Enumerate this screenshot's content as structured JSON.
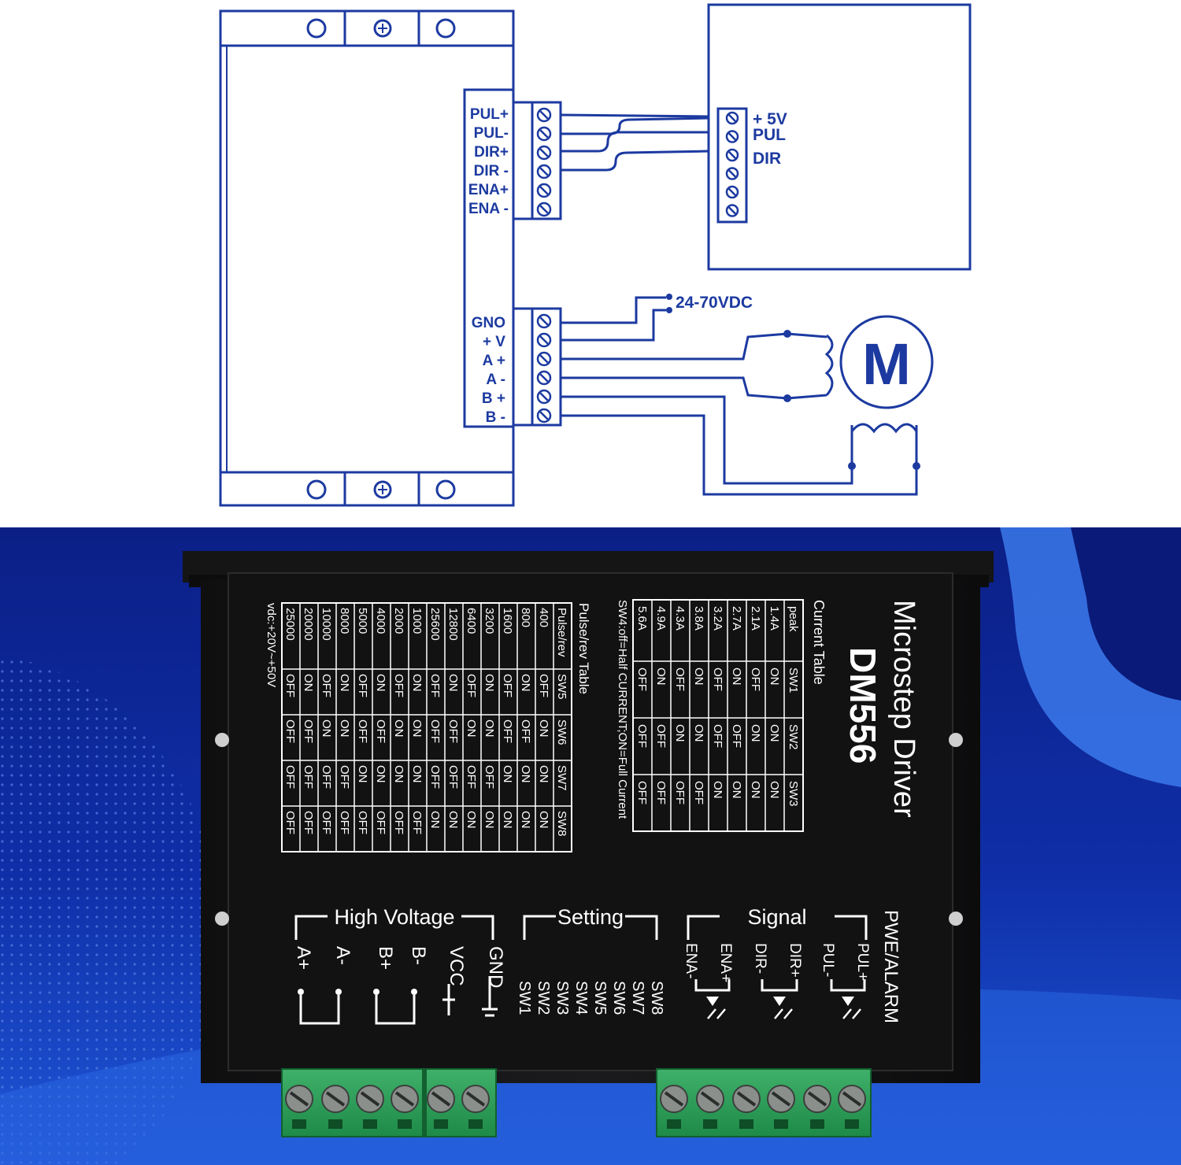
{
  "wiring": {
    "driver_signal_pins": [
      "PUL+",
      "PUL-",
      "DIR+",
      "DIR -",
      "ENA+",
      "ENA -"
    ],
    "driver_power_pins": [
      "GNO",
      "+ V",
      "A +",
      "A -",
      "B +",
      "B -"
    ],
    "controller_pins": [
      "+ 5V",
      "PUL",
      "DIR"
    ],
    "supply_label": "24-70VDC",
    "motor_label": "M"
  },
  "driver": {
    "title": "Microstep Driver",
    "model": "DM556",
    "current_table": {
      "title": "Current Table",
      "headers": [
        "peak",
        "SW1",
        "SW2",
        "SW3"
      ],
      "rows": [
        [
          "1.4A",
          "ON",
          "ON",
          "ON"
        ],
        [
          "2.1A",
          "OFF",
          "ON",
          "ON"
        ],
        [
          "2.7A",
          "ON",
          "OFF",
          "ON"
        ],
        [
          "3.2A",
          "OFF",
          "OFF",
          "ON"
        ],
        [
          "3.8A",
          "ON",
          "ON",
          "OFF"
        ],
        [
          "4.3A",
          "OFF",
          "ON",
          "OFF"
        ],
        [
          "4.9A",
          "ON",
          "OFF",
          "OFF"
        ],
        [
          "5.6A",
          "OFF",
          "OFF",
          "OFF"
        ]
      ],
      "note": "SW4:off=Half CURRENT;ON=Full Current"
    },
    "pulse_table": {
      "title": "Pulse/rev Table",
      "headers": [
        "Pulse/rev",
        "SW5",
        "SW6",
        "SW7",
        "SW8"
      ],
      "rows": [
        [
          "400",
          "OFF",
          "ON",
          "ON",
          "ON"
        ],
        [
          "800",
          "ON",
          "OFF",
          "ON",
          "ON"
        ],
        [
          "1600",
          "OFF",
          "OFF",
          "ON",
          "ON"
        ],
        [
          "3200",
          "ON",
          "ON",
          "OFF",
          "ON"
        ],
        [
          "6400",
          "OFF",
          "ON",
          "OFF",
          "ON"
        ],
        [
          "12800",
          "ON",
          "OFF",
          "OFF",
          "ON"
        ],
        [
          "25600",
          "OFF",
          "OFF",
          "OFF",
          "ON"
        ],
        [
          "1000",
          "ON",
          "ON",
          "ON",
          "OFF"
        ],
        [
          "2000",
          "OFF",
          "ON",
          "ON",
          "OFF"
        ],
        [
          "4000",
          "ON",
          "OFF",
          "ON",
          "OFF"
        ],
        [
          "5000",
          "OFF",
          "OFF",
          "ON",
          "OFF"
        ],
        [
          "8000",
          "ON",
          "ON",
          "OFF",
          "OFF"
        ],
        [
          "10000",
          "OFF",
          "ON",
          "OFF",
          "OFF"
        ],
        [
          "20000",
          "ON",
          "OFF",
          "OFF",
          "OFF"
        ],
        [
          "25000",
          "OFF",
          "OFF",
          "OFF",
          "OFF"
        ]
      ],
      "note": "vdc:+20V~+50V"
    },
    "sections": {
      "high_voltage": "High Voltage",
      "setting": "Setting",
      "signal": "Signal",
      "pwe_alarm": "PWE/ALARM"
    },
    "hv_pins": [
      "A+",
      "A-",
      "B+",
      "B-",
      "VCC",
      "GND"
    ],
    "setting_switches": [
      "SW1",
      "SW2",
      "SW3",
      "SW4",
      "SW5",
      "SW6",
      "SW7",
      "SW8"
    ],
    "signal_pins": [
      "ENA-",
      "ENA+",
      "DIR-",
      "DIR+",
      "PUL-",
      "PUL+"
    ]
  }
}
